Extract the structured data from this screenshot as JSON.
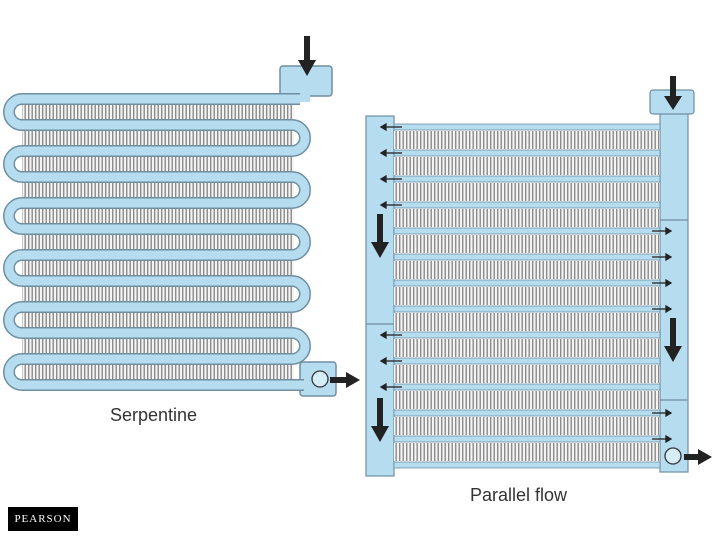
{
  "labels": {
    "serpentine": "Serpentine",
    "parallel": "Parallel flow"
  },
  "logo": {
    "text": "PEARSON"
  },
  "colors": {
    "fluid": "#b6dcef",
    "outline": "#6f8fa0",
    "fins": "#8a8a8a",
    "arrow": "#222222",
    "logo_bg": "#000000"
  },
  "icons": [
    "arrow-down-icon",
    "arrow-right-icon",
    "arrow-left-icon"
  ]
}
